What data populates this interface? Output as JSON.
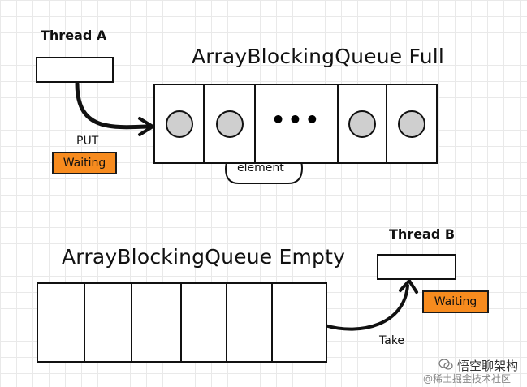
{
  "thread_a": {
    "label": "Thread A",
    "action": "PUT",
    "status": "Waiting"
  },
  "thread_b": {
    "label": "Thread B",
    "action": "Take",
    "status": "Waiting"
  },
  "full_queue": {
    "title": "ArrayBlockingQueue Full",
    "callout": "element",
    "ellipsis": "•••"
  },
  "empty_queue": {
    "title": "ArrayBlockingQueue Empty"
  },
  "watermark": {
    "main": "悟空聊架构",
    "sub": "@稀土掘金技术社区"
  },
  "colors": {
    "waiting": "#f78b1e",
    "element": "#cfcfcf",
    "grid": "#e9e9e9",
    "stroke": "#111111"
  }
}
